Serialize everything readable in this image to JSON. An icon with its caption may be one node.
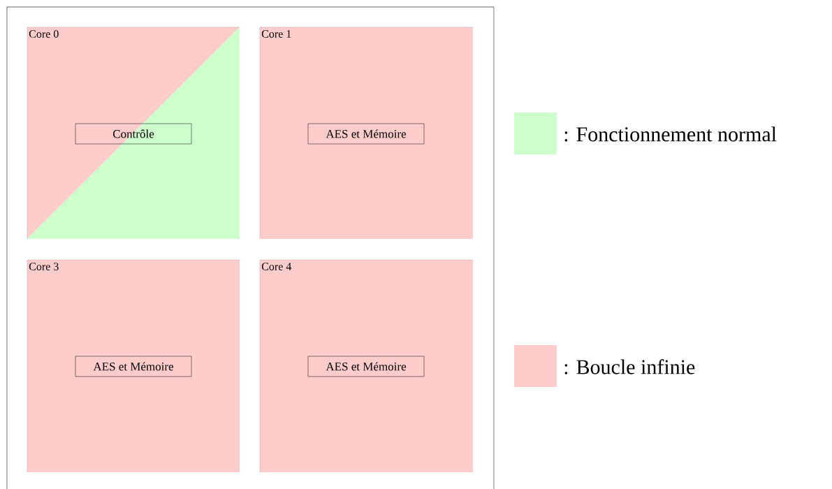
{
  "diagram": {
    "nodes": [
      {
        "text": [],
        "shape": "box"
      },
      {
        "text": [
          "Core 0"
        ],
        "in": 0
      },
      {
        "text": [
          "Contrôle"
        ],
        "in": 1
      },
      {
        "text": [
          "Core 1"
        ],
        "in": 0
      },
      {
        "text": [
          "AES et Mémoire"
        ],
        "in": 3
      },
      {
        "text": [
          "Core 3"
        ],
        "in": 0
      },
      {
        "text": [
          "AES et Mémoire"
        ],
        "in": 5
      },
      {
        "text": [
          "Core 4"
        ],
        "in": 0
      },
      {
        "text": [
          "AES et Mémoire"
        ],
        "in": 7
      }
    ],
    "legend": [
      {
        "text": ": Fonctionnement normal",
        "color": "#ccffcc"
      },
      {
        "text": ": Boucle infinie",
        "color": "#ffcccc"
      }
    ]
  }
}
